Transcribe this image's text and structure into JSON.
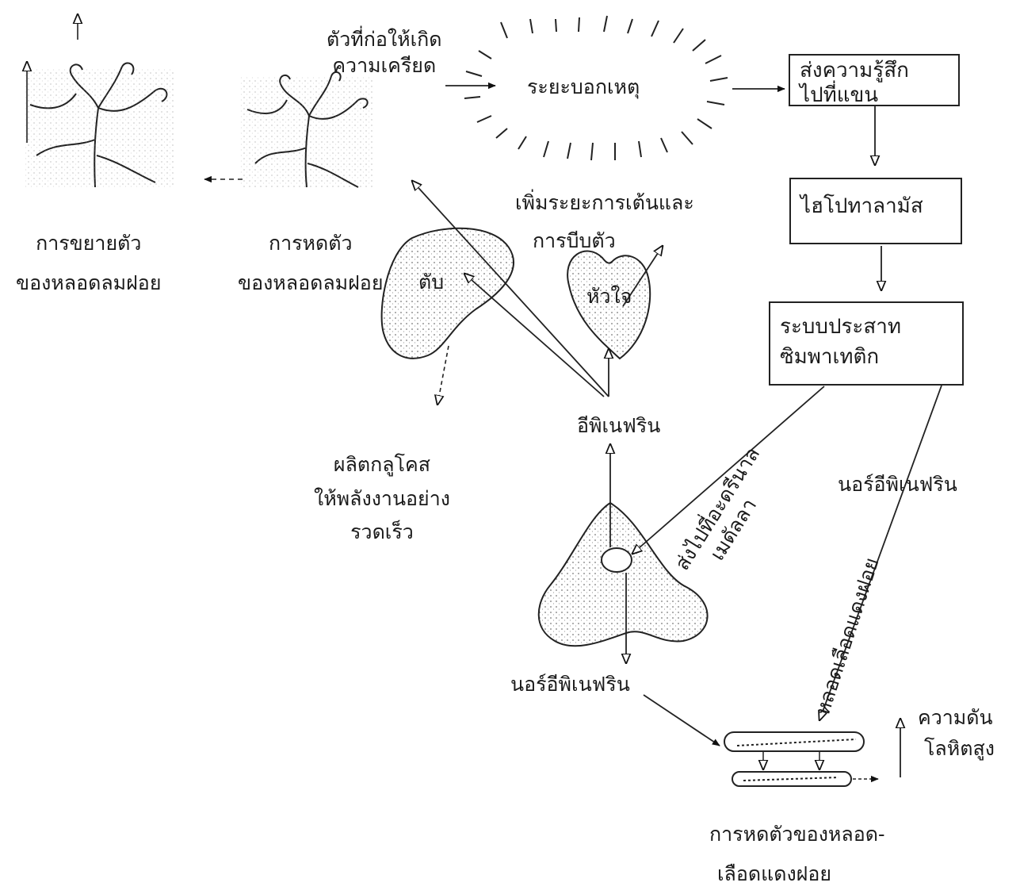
{
  "diagram": {
    "stressor": [
      "ตัวที่ก่อให้เกิด",
      "ความเครียด"
    ],
    "alarm_stage": "ระยะบอกเหตุ",
    "box_cortex": [
      "ส่งความรู้สึก",
      "ไปที่แขน"
    ],
    "box_hypothalamus": "ไฮโปทาลามัส",
    "box_sympathetic": [
      "ระบบประสาท",
      "ซิมพาเทติก"
    ],
    "bronchiole_constrict": [
      "การหดตัว",
      "ของหลอดลมฝอย"
    ],
    "bronchiole_dilate": [
      "การขยายตัว",
      "ของหลอดลมฝอย"
    ],
    "heart_effect": [
      "เพิ่มระยะการเต้นและ",
      "การบีบตัว"
    ],
    "heart": "หัวใจ",
    "liver": "ตับ",
    "liver_effect": [
      "ผลิตกลูโคส",
      "ให้พลังงานอย่าง",
      "รวดเร็ว"
    ],
    "epinephrine": "อีพิเนฟริน",
    "to_adrenal": [
      "ส่งไปที่อะดรีนาล",
      "เมดัลลา"
    ],
    "norepinephrine_nerve": "นอร์อีพิเนฟริน",
    "arteriole_label": "หลอดเลือดแดงฝอย",
    "norepinephrine_adrenal": "นอร์อีพิเนฟริน",
    "blood_pressure": [
      "ความดัน",
      "โลหิตสูง"
    ],
    "arteriole_constrict": [
      "การหดตัวของหลอด-",
      "เลือดแดงฝอย"
    ]
  }
}
